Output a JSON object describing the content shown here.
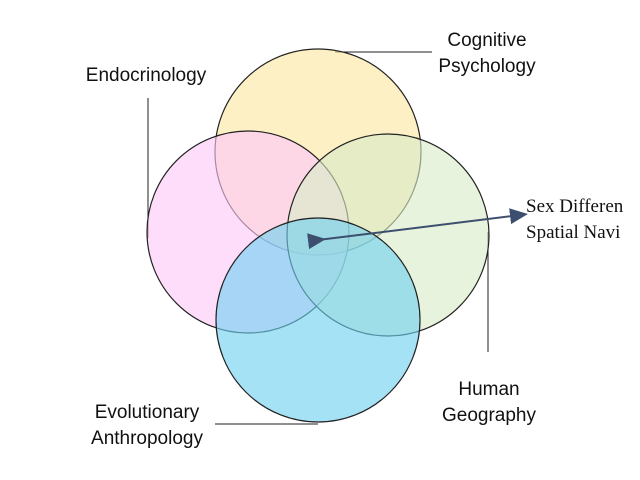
{
  "circles": [
    {
      "id": "cognitive",
      "color": "#fce6a0"
    },
    {
      "id": "endocrinology",
      "color": "#fdc8f8"
    },
    {
      "id": "human-geography",
      "color": "#d9ebc6"
    },
    {
      "id": "evolutionary",
      "color": "#6fd1f1"
    }
  ],
  "labels": {
    "cognitive": [
      "Cognitive",
      "Psychology"
    ],
    "endocrinology": [
      "Endocrinology"
    ],
    "human_geography": [
      "Human",
      "Geography"
    ],
    "evolutionary": [
      "Evolutionary",
      "Anthropology"
    ],
    "center": [
      "Sex Differen",
      "Spatial Navi"
    ]
  },
  "arrow_color": "#3c4f6e"
}
